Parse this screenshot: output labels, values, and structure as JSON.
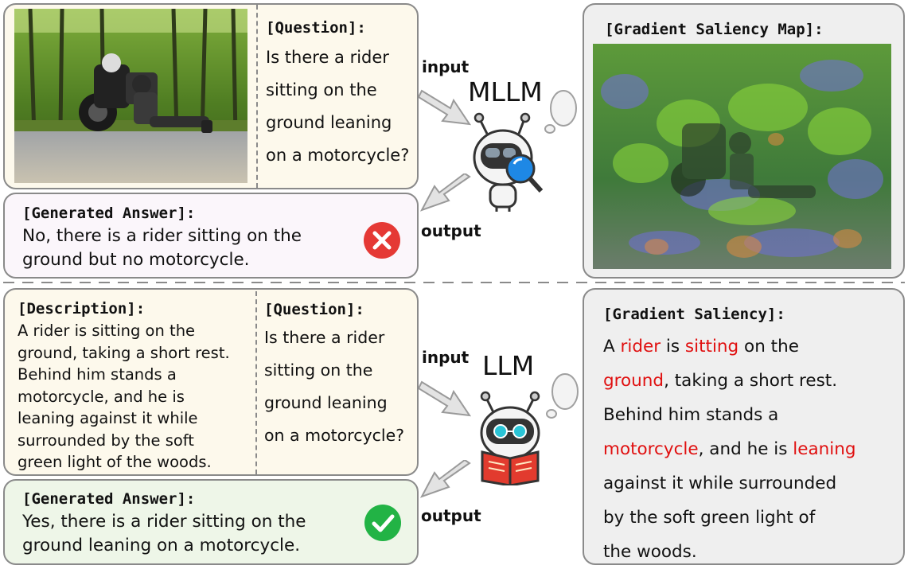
{
  "top": {
    "question_header": "[Question]:",
    "question_lines": [
      "Is there a rider",
      "sitting on the",
      "ground leaning",
      "on a motorcycle?"
    ],
    "input_label": "input",
    "output_label": "output",
    "model_name": "MLLM",
    "answer_header": "[Generated Answer]:",
    "answer_lines": [
      "No, there is a rider sitting on the",
      "ground but no motorcycle."
    ],
    "answer_status": "incorrect",
    "saliency_header": "[Gradient Saliency Map]:"
  },
  "bottom": {
    "description_header": "[Description]:",
    "description_lines": [
      "A rider is sitting on the",
      "ground, taking a short rest.",
      "Behind him stands a",
      "motorcycle, and he is",
      "leaning against it while",
      "surrounded by the soft",
      "green light of the woods."
    ],
    "question_header": "[Question]:",
    "question_lines": [
      "Is there a rider",
      "sitting on the",
      "ground leaning",
      "on a motorcycle?"
    ],
    "input_label": "input",
    "output_label": "output",
    "model_name": "LLM",
    "answer_header": "[Generated Answer]:",
    "answer_lines": [
      "Yes, there is a rider sitting on the",
      "ground leaning on a motorcycle."
    ],
    "answer_status": "correct",
    "saliency_header": "[Gradient Saliency]:",
    "saliency_text": {
      "l1a": "A ",
      "l1b": "rider",
      "l1c": " is ",
      "l1d": "sitting",
      "l1e": " on the",
      "l2a": "ground",
      "l2b": ", taking a short rest.",
      "l3": "Behind him stands a",
      "l4a": "motorcycle",
      "l4b": ", and he is ",
      "l4c": "leaning",
      "l5": "against it while surrounded",
      "l6": "by the soft green light of",
      "l7": "the woods."
    }
  },
  "colors": {
    "panel_cream": "#fdf9ec",
    "panel_pink": "#fbf6fb",
    "panel_green": "#eef6e8",
    "panel_gray": "#efefef",
    "highlight_red": "#e01010",
    "wrong_red": "#e53935",
    "right_green": "#22b345"
  }
}
